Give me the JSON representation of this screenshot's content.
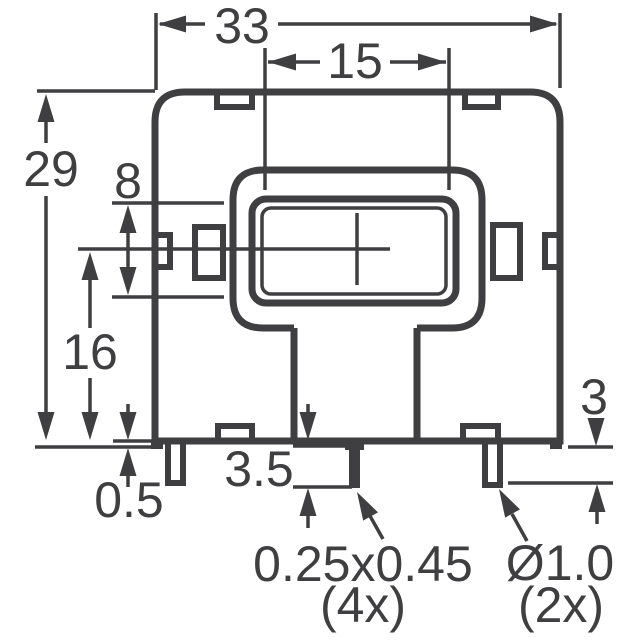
{
  "drawing": {
    "type": "mechanical-dimension-drawing",
    "units_implied": "mm",
    "colors": {
      "line": "#3f3f41",
      "background": "#ffffff"
    },
    "dimensions": {
      "overall_width": "33",
      "aperture_width": "15",
      "overall_height": "29",
      "aperture_height": "8",
      "centerline_height": "16",
      "standoff_height": "0.5",
      "flat_pin_length": "3.5",
      "round_pin_length": "3",
      "flat_pin_size": "0.25x0.45",
      "flat_pin_count": "(4x)",
      "round_pin_diameter": "Ø1.0",
      "round_pin_count": "(2x)"
    }
  }
}
